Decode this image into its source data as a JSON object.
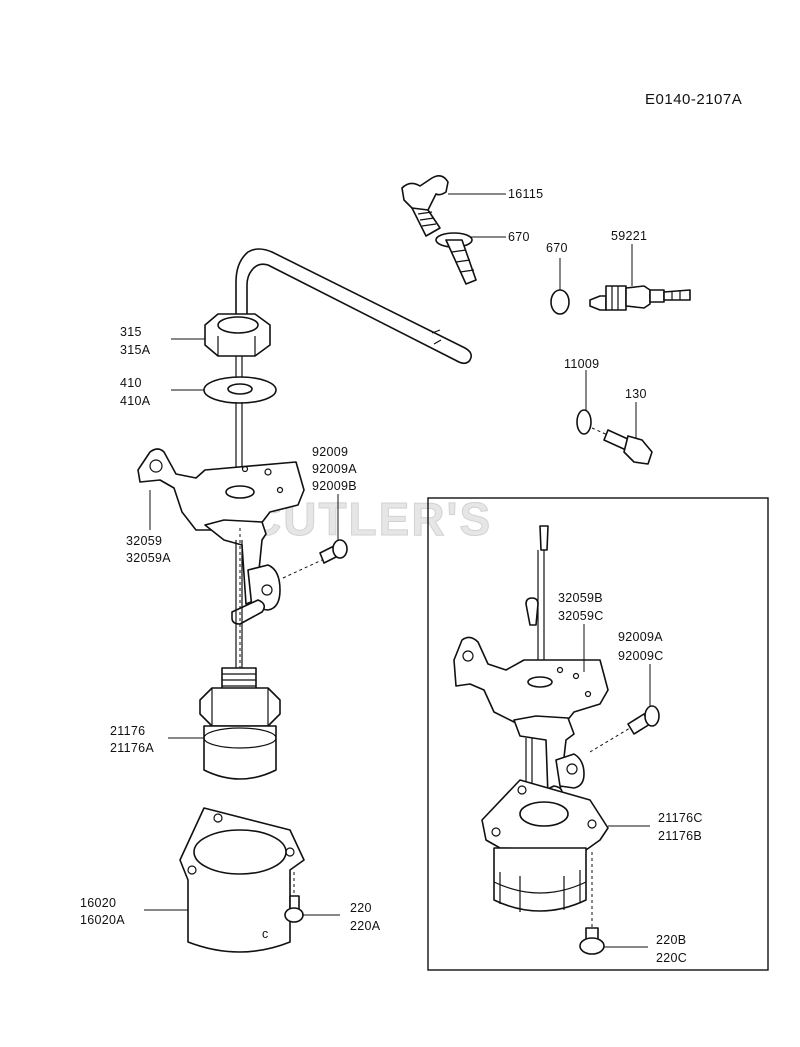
{
  "diagram_code": "E0140-2107A",
  "watermark": "CUTLER'S",
  "labels": {
    "p16115": "16115",
    "p670_top": "670",
    "p670_right": "670",
    "p59221": "59221",
    "p315": "315",
    "p315A": "315A",
    "p410": "410",
    "p410A": "410A",
    "p11009": "11009",
    "p130": "130",
    "p92009": "92009",
    "p92009A": "92009A",
    "p92009B": "92009B",
    "p32059": "32059",
    "p32059A": "32059A",
    "p32059B": "32059B",
    "p32059C": "32059C",
    "p92009A_inset": "92009A",
    "p92009C": "92009C",
    "p21176": "21176",
    "p21176A": "21176A",
    "p21176C": "21176C",
    "p21176B": "21176B",
    "p16020": "16020",
    "p16020A": "16020A",
    "p220": "220",
    "p220A": "220A",
    "p220B": "220B",
    "p220C": "220C"
  }
}
